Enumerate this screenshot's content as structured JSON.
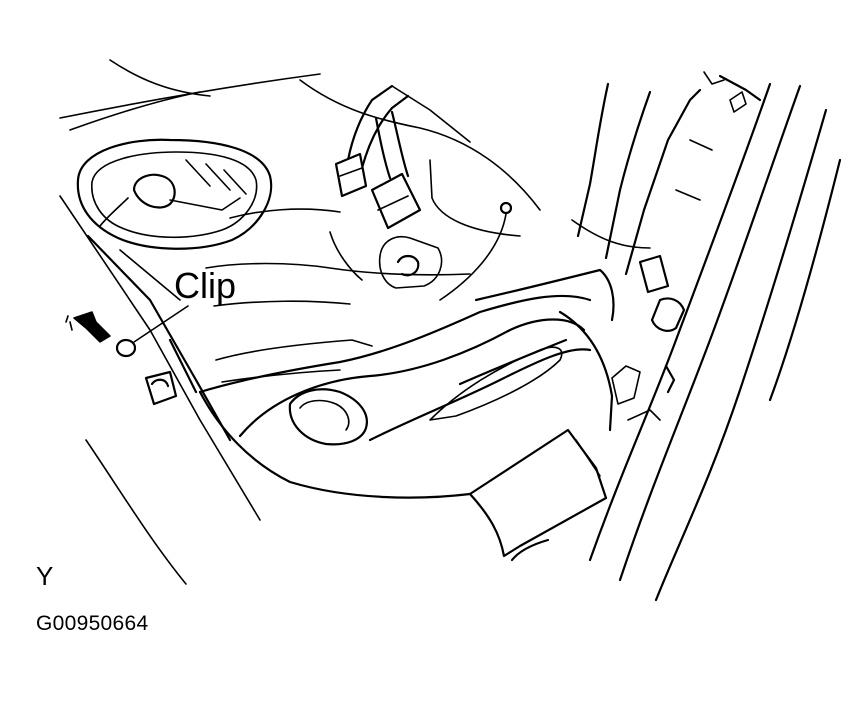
{
  "figure": {
    "callout_label": "Clip",
    "view_label": "Y",
    "figure_code": "G00950664",
    "arrow_icon": "pointer-arrow-icon",
    "colors": {
      "ink": "#000000",
      "paper": "#ffffff"
    }
  }
}
